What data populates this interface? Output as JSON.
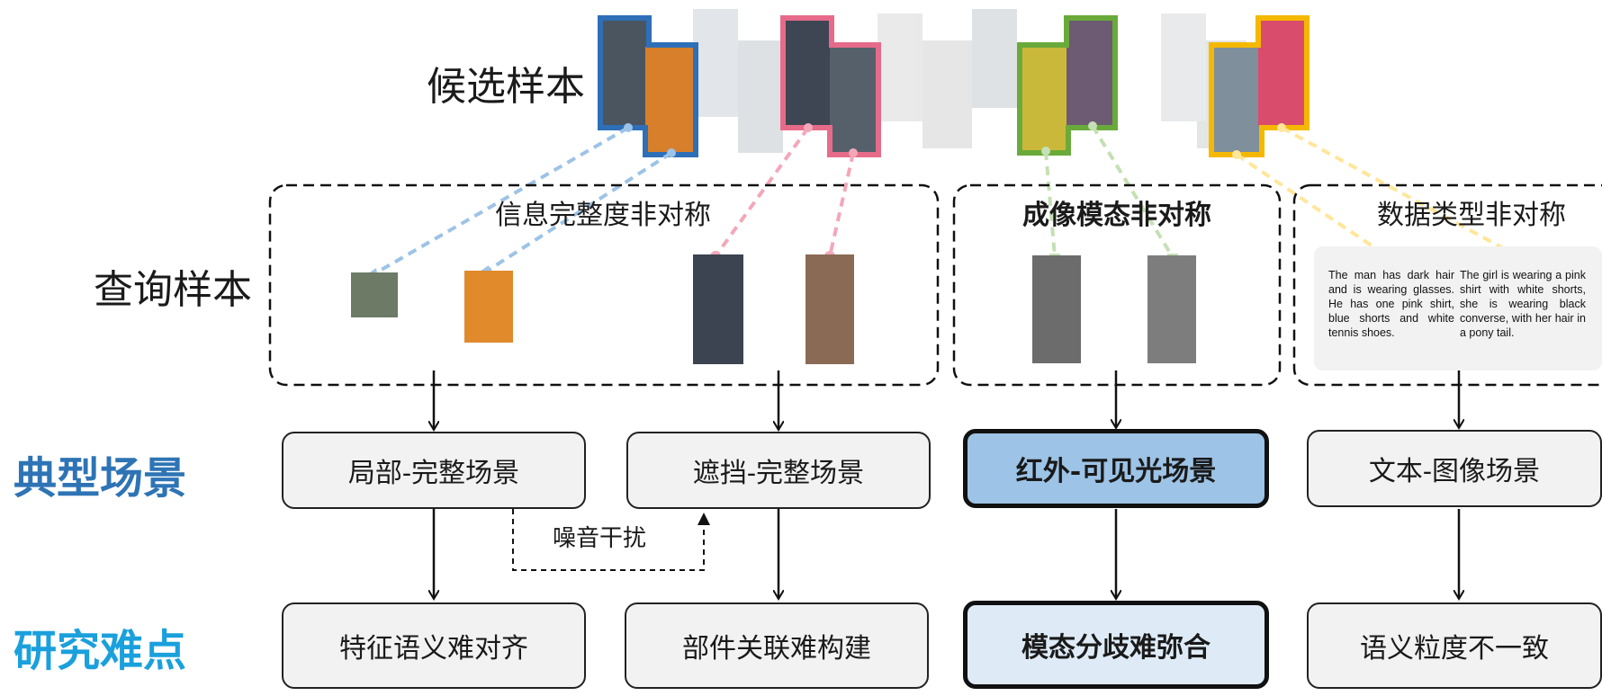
{
  "labels": {
    "candidates": "候选样本",
    "queries": "查询样本",
    "scenarios": "典型场景",
    "difficulties": "研究难点"
  },
  "groups": {
    "info": "信息完整度非对称",
    "modality": "成像模态非对称",
    "datatype": "数据类型非对称"
  },
  "scenarios": {
    "partial": "局部-完整场景",
    "occluded": "遮挡-完整场景",
    "infrared": "红外-可见光场景",
    "text": "文本-图像场景"
  },
  "difficulties": {
    "feature": "特征语义难对齐",
    "parts": "部件关联难构建",
    "modality": "模态分歧难弥合",
    "granularity": "语义粒度不一致"
  },
  "noise_label": "噪音干扰",
  "text_queries": {
    "man": "The man has dark hair and is wearing glasses. He has one pink shirt, blue shorts and white tennis shoes.",
    "girl": "The girl is wearing a pink shirt with white shorts, she is wearing black converse, with her hair in a pony tail."
  },
  "colors": {
    "blue": "#2e6fb7",
    "pink": "#e66b8a",
    "green": "#6aaa3a",
    "yellow": "#f5b800",
    "scenario_highlight": "#9dc3e6",
    "difficulty_highlight": "#deebf7"
  }
}
